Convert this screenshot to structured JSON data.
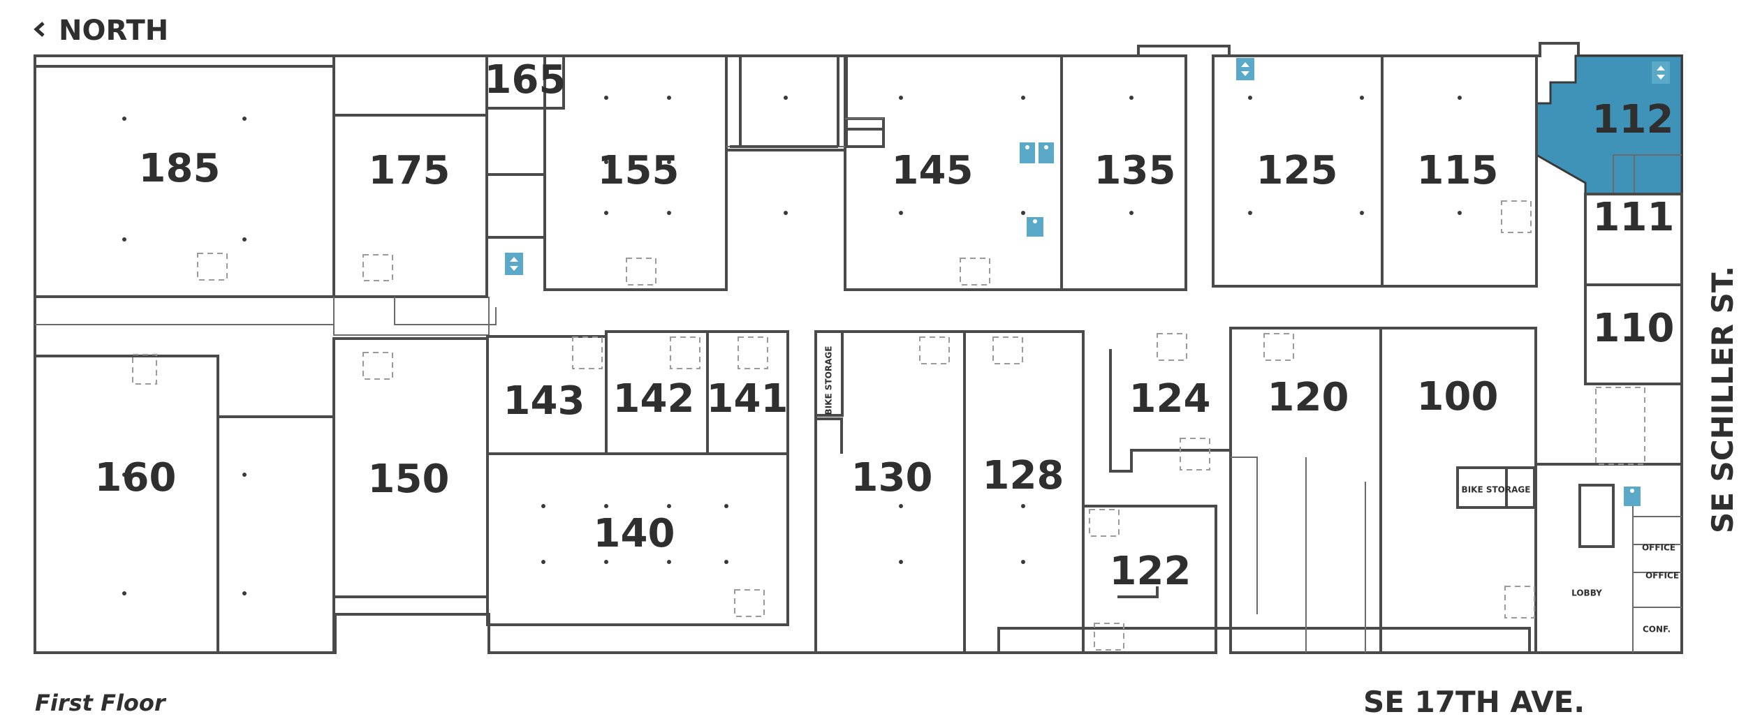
{
  "header": {
    "north_label": "NORTH"
  },
  "footer": {
    "floor_label": "First Floor"
  },
  "streets": {
    "south": "SE 17TH AVE.",
    "east": "SE SCHILLER ST."
  },
  "units": {
    "u185": "185",
    "u175": "175",
    "u165": "165",
    "u155": "155",
    "u145": "145",
    "u135": "135",
    "u125": "125",
    "u115": "115",
    "u112": "112",
    "u111": "111",
    "u110": "110",
    "u160": "160",
    "u150": "150",
    "u143": "143",
    "u142": "142",
    "u141": "141",
    "u140": "140",
    "u130": "130",
    "u128": "128",
    "u124": "124",
    "u120": "120",
    "u100": "100",
    "u122": "122"
  },
  "room_labels": {
    "bike_storage_1": "BIKE STORAGE",
    "bike_storage_2": "BIKE STORAGE",
    "office_1": "OFFICE",
    "office_2": "OFFICE",
    "lobby": "LOBBY",
    "conf": "CONF."
  },
  "highlight": {
    "unit": "112",
    "color": "#3f93b8"
  },
  "colors": {
    "wall": "#4a4a4a",
    "icon": "#5aa9c9"
  },
  "icons": [
    "elevator-icon",
    "restroom-icon",
    "back-chevron-icon"
  ]
}
